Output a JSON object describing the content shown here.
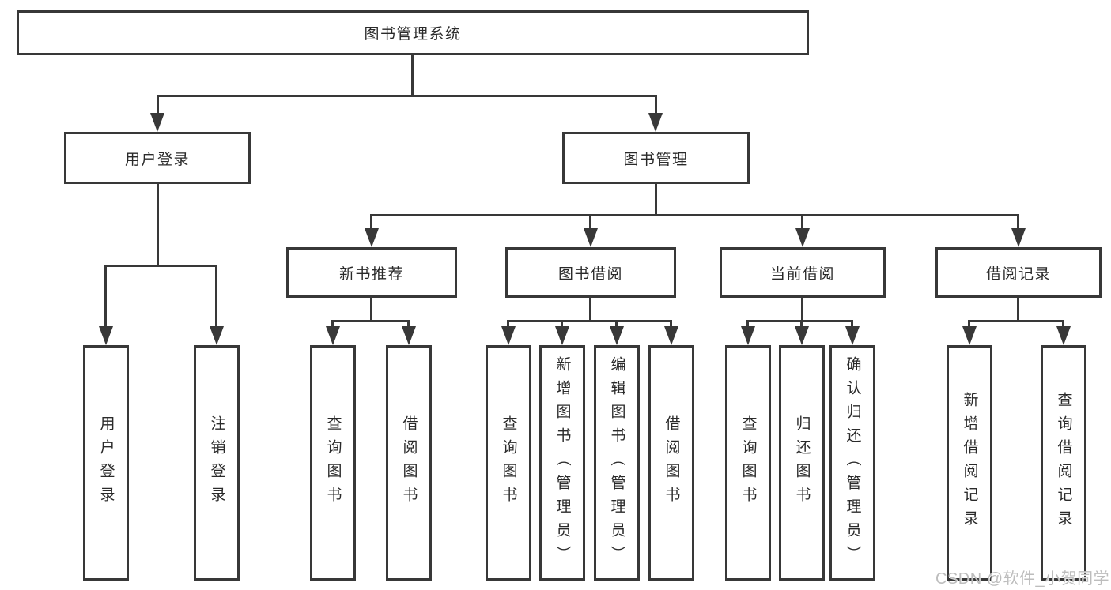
{
  "colors": {
    "line": "#383838",
    "text": "#2a2a2a",
    "background": "#ffffff",
    "watermark": "#bdbdbd"
  },
  "watermark": {
    "text": "CSDN @软件_小贺同学"
  },
  "diagram": {
    "root": {
      "label": "图书管理系统"
    },
    "branches": [
      {
        "label": "用户登录",
        "children": [
          {
            "label": "用户登录"
          },
          {
            "label": "注销登录"
          }
        ]
      },
      {
        "label": "图书管理",
        "groups": [
          {
            "label": "新书推荐",
            "children": [
              {
                "label": "查询图书"
              },
              {
                "label": "借阅图书"
              }
            ]
          },
          {
            "label": "图书借阅",
            "children": [
              {
                "label": "查询图书"
              },
              {
                "label": "新增图书（管理员）"
              },
              {
                "label": "编辑图书（管理员）"
              },
              {
                "label": "借阅图书"
              }
            ]
          },
          {
            "label": "当前借阅",
            "children": [
              {
                "label": "查询图书"
              },
              {
                "label": "归还图书"
              },
              {
                "label": "确认归还（管理员）"
              }
            ]
          },
          {
            "label": "借阅记录",
            "children": [
              {
                "label": "新增借阅记录"
              },
              {
                "label": "查询借阅记录"
              }
            ]
          }
        ]
      }
    ]
  }
}
